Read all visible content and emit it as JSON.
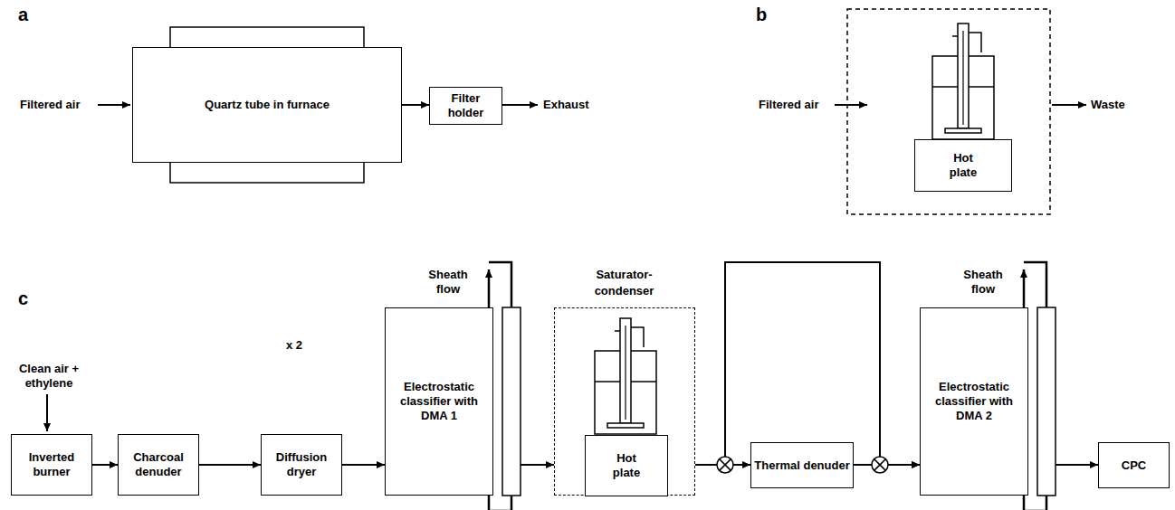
{
  "diagram": {
    "nodes": [
      {
        "text": [
          "Quartz tube in furnace"
        ]
      },
      {
        "text": [
          "Filter holder"
        ]
      },
      {
        "text": [
          "Hot plate"
        ]
      },
      {
        "text": [
          "Inverted burner"
        ]
      },
      {
        "text": [
          "Charcoal denuder"
        ]
      },
      {
        "text": [
          "Diffusion dryer"
        ]
      },
      {
        "text": [
          "Electrostatic classifier with DMA 1"
        ]
      },
      {
        "text": [
          "Saturator- condenser"
        ]
      },
      {
        "text": [
          "Hot plate"
        ],
        "in": 7
      },
      {
        "text": [
          "Thermal denuder"
        ]
      },
      {
        "text": [
          "Electrostatic classifier with DMA 2"
        ]
      },
      {
        "text": [
          "CPC"
        ]
      }
    ],
    "edges": [
      {
        "from": 0,
        "to": 1,
        "arrow": "to"
      },
      {
        "from": 3,
        "to": 4,
        "arrow": "to"
      },
      {
        "from": 4,
        "to": 5,
        "arrow": "to"
      },
      {
        "from": 5,
        "to": 6,
        "arrow": "to"
      },
      {
        "from": 6,
        "to": 7,
        "arrow": "to"
      },
      {
        "from": 7,
        "to": 9,
        "arrow": "to"
      },
      {
        "from": 9,
        "to": 10,
        "arrow": "to"
      },
      {
        "from": 7,
        "to": 10,
        "arrow": "to"
      },
      {
        "from": 10,
        "to": 11,
        "arrow": "to"
      }
    ],
    "labels": [
      "a",
      "Filtered air",
      "Exhaust",
      "b",
      "Filtered air",
      "Waste",
      "c",
      "Clean air + ethylene",
      "x 2",
      "Sheath flow",
      "Sheath flow"
    ]
  }
}
